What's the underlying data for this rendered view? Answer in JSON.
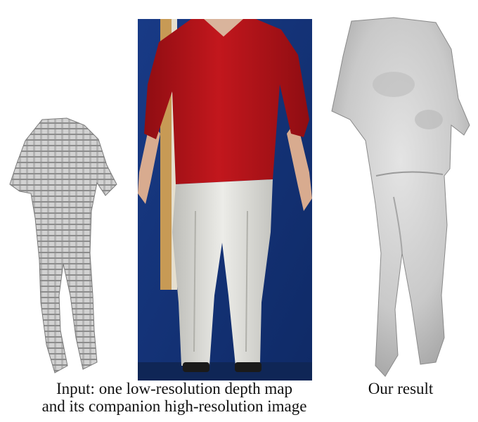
{
  "figure": {
    "panels": [
      {
        "id": "input-depth-map",
        "description": "low-resolution blocky gray depth mesh of a clothed human figure"
      },
      {
        "id": "input-color-image",
        "description": "photo of a standing person in red sweater and light jeans against a blue wall"
      },
      {
        "id": "result-mesh",
        "description": "smooth gray reconstructed mesh of the clothed human figure"
      }
    ],
    "caption_left_line1": "Input: one low-resolution depth map",
    "caption_left_line2": "and its companion high-resolution image",
    "caption_right": "Our result",
    "colors": {
      "mesh_gray": "#cfcfcf",
      "mesh_shadow": "#8a8a8a",
      "wall_blue": "#1f3f86",
      "sweater_red": "#b5141a",
      "jeans_white": "#e6e6e2",
      "door_frame": "#c79a55"
    }
  }
}
